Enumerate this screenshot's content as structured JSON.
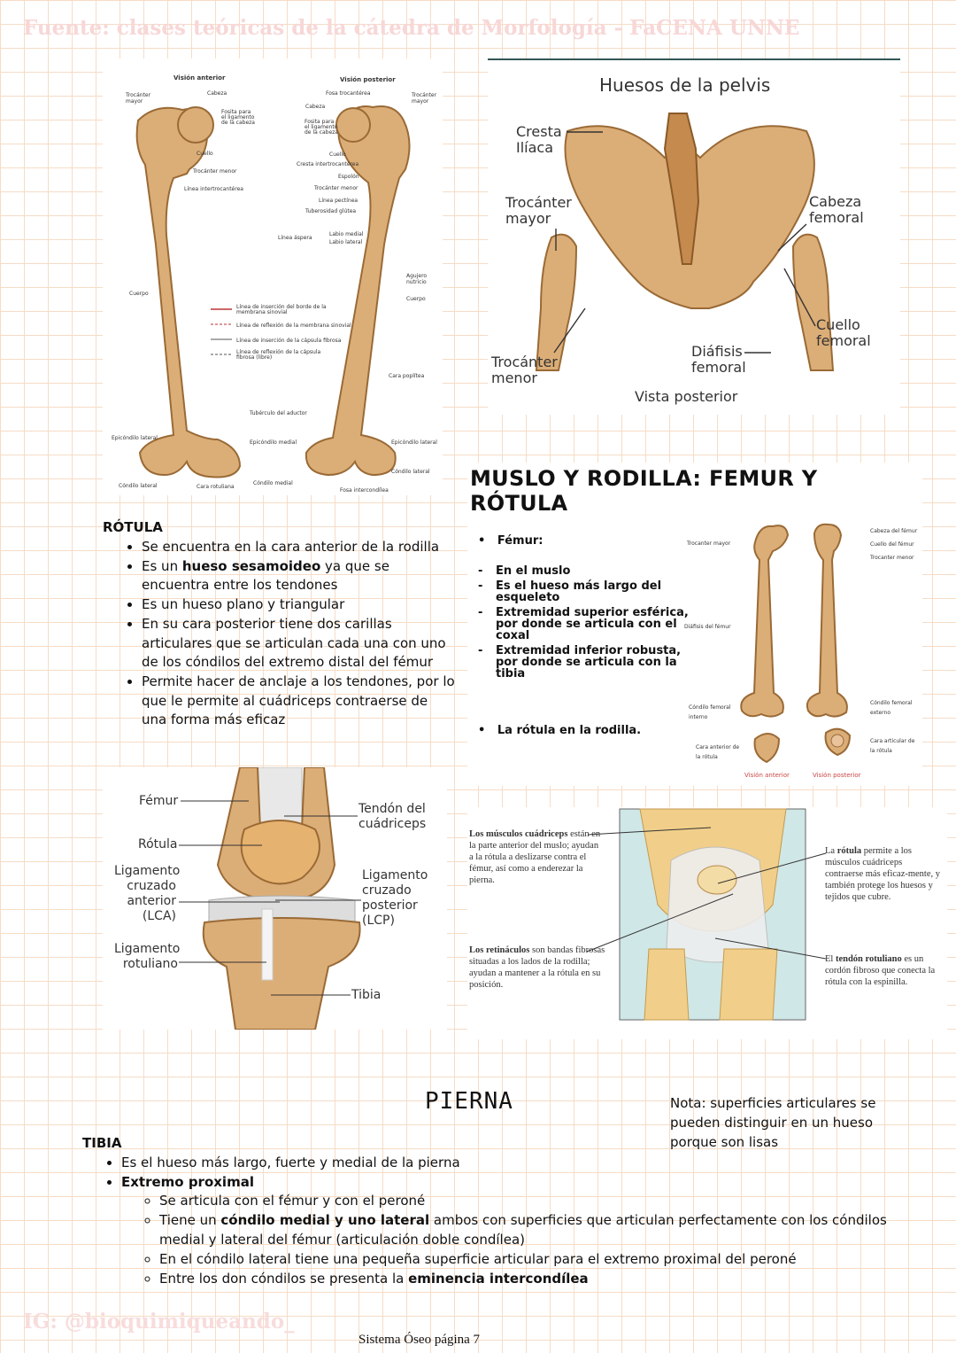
{
  "header": {
    "source": "Fuente: clases teóricas de la cátedra de Morfología - FaCENA UNNE"
  },
  "femur_figure": {
    "view_anterior": "Visión anterior",
    "view_posterior": "Visión posterior",
    "labels_left": [
      "Trocánter mayor",
      "Cabeza",
      "Fosita para el ligamento de la cabeza",
      "Cuello",
      "Trocánter menor",
      "Línea intertrocantérea",
      "Cuerpo",
      "Epicóndilo lateral",
      "Cóndilo lateral",
      "Cara rotuliana"
    ],
    "labels_right": [
      "Fosa trocantérea",
      "Trocánter mayor",
      "Cabeza",
      "Fosita para el ligamento de la cabeza",
      "Cuello",
      "Cresta intertrocantérea",
      "Espolón",
      "Trocánter menor",
      "Línea pectínea",
      "Tuberosidad glútea",
      "Labio medial",
      "Labio lateral",
      "Línea áspera",
      "Agujero nutricio",
      "Cuerpo",
      "Cara poplítea",
      "Tubérculo del aductor",
      "Epicóndilo medial",
      "Epicóndilo lateral",
      "Cóndilo lateral",
      "Cóndilo medial",
      "Fosa intercondílea"
    ],
    "legend": [
      "Línea de inserción del borde de la membrana sinovial",
      "Línea de reflexión de la membrana sinovial",
      "Línea de inserción de la cápsula fibrosa",
      "Línea de reflexión de la cápsula fibrosa (libre)"
    ]
  },
  "pelvis": {
    "title": "Huesos de la pelvis",
    "labels": [
      "Cresta\nIlíaca",
      "Trocánter\nmayor",
      "Cabeza\nfemoral",
      "Cuello\nfemoral",
      "Diáfisis\nfemoral",
      "Trocánter\nmenor"
    ],
    "caption": "Vista posterior"
  },
  "thigh_heading": "MUSLO Y RODILLA: FEMUR Y RÓTULA",
  "rotula": {
    "title": "RÓTULA",
    "items": [
      {
        "pre": "Se encuentra en la cara anterior de la rodilla",
        "bold": "",
        "post": ""
      },
      {
        "pre": "Es un ",
        "bold": "hueso sesamoideo",
        "post": " ya que se encuentra entre los tendones"
      },
      {
        "pre": "Es un hueso plano y triangular",
        "bold": "",
        "post": ""
      },
      {
        "pre": "En su cara posterior tiene dos carillas articulares que se articulan cada una con uno de los cóndilos del extremo distal del fémur",
        "bold": "",
        "post": ""
      },
      {
        "pre": "Permite hacer de anclaje a los tendones, por lo que le permite al cuádriceps contraerse de una forma más eficaz",
        "bold": "",
        "post": ""
      }
    ]
  },
  "femur_slide": {
    "bullet1": "Fémur:",
    "dash_items": [
      "En el muslo",
      "Es el hueso más largo del esqueleto",
      "Extremidad superior esférica, por donde se articula con el coxal",
      "Extremidad inferior robusta, por donde se articula con la tibia"
    ],
    "bullet2": "La rótula en la rodilla.",
    "labels": [
      "Trocanter mayor",
      "Cabeza del fémur",
      "Cuello del fémur",
      "Trocanter menor",
      "Diáfisis del fémur",
      "Cóndilo femoral interno",
      "Cóndilo femoral externo",
      "Cara anterior de la rótula",
      "Cara articular de la rótula"
    ],
    "captions": [
      "Visión anterior",
      "Visión posterior"
    ]
  },
  "knee": {
    "labels": [
      "Fémur",
      "Rótula",
      "Ligamento\ncruzado\nanterior\n(LCA)",
      "Ligamento\nrotuliano",
      "Tendón del\ncuádriceps",
      "Ligamento\ncruzado\nposterior\n(LCP)",
      "Tibia"
    ]
  },
  "quad": {
    "left1": {
      "bold": "Los músculos cuádriceps",
      "text": " están en la parte anterior del muslo; ayudan a la rótula a deslizarse contra el fémur, así como a enderezar la pierna."
    },
    "left2": {
      "bold": "Los retináculos",
      "text": " son bandas fibrosas situadas a los lados de la rodilla; ayudan a mantener a la rótula en su posición."
    },
    "right1": {
      "pre": "La ",
      "bold": "rótula",
      "text": " permite a los músculos cuádriceps contraerse más eficaz-mente, y también protege los huesos y tejidos que cubre."
    },
    "right2": {
      "pre": "El ",
      "bold": "tendón rotuliano",
      "text": " es un cordón fibroso que conecta la rótula con la espinilla."
    }
  },
  "pierna_title": "PIERNA",
  "nota": "Nota: superficies articulares se pueden distinguir en un hueso porque son lisas",
  "tibia": {
    "title": "TIBIA",
    "item1": "Es el hueso más largo, fuerte y medial de la pierna",
    "item2": "Extremo proximal",
    "sub": [
      {
        "pre": "Se articula con el fémur y con el peroné",
        "bold": "",
        "post": ""
      },
      {
        "pre": "Tiene un ",
        "bold": "cóndilo medial y uno lateral",
        "post": " ambos con superficies que articulan perfectamente con los cóndilos medial y lateral del fémur (articulación doble condílea)"
      },
      {
        "pre": "En el cóndilo lateral tiene una pequeña superficie articular para el extremo proximal del peroné",
        "bold": "",
        "post": ""
      },
      {
        "pre": "Entre los don cóndilos se presenta la ",
        "bold": "eminencia intercondílea",
        "post": ""
      }
    ]
  },
  "footer": {
    "ig": "IG: @bioquimiqueando_",
    "page": "Sistema Óseo página 7"
  }
}
